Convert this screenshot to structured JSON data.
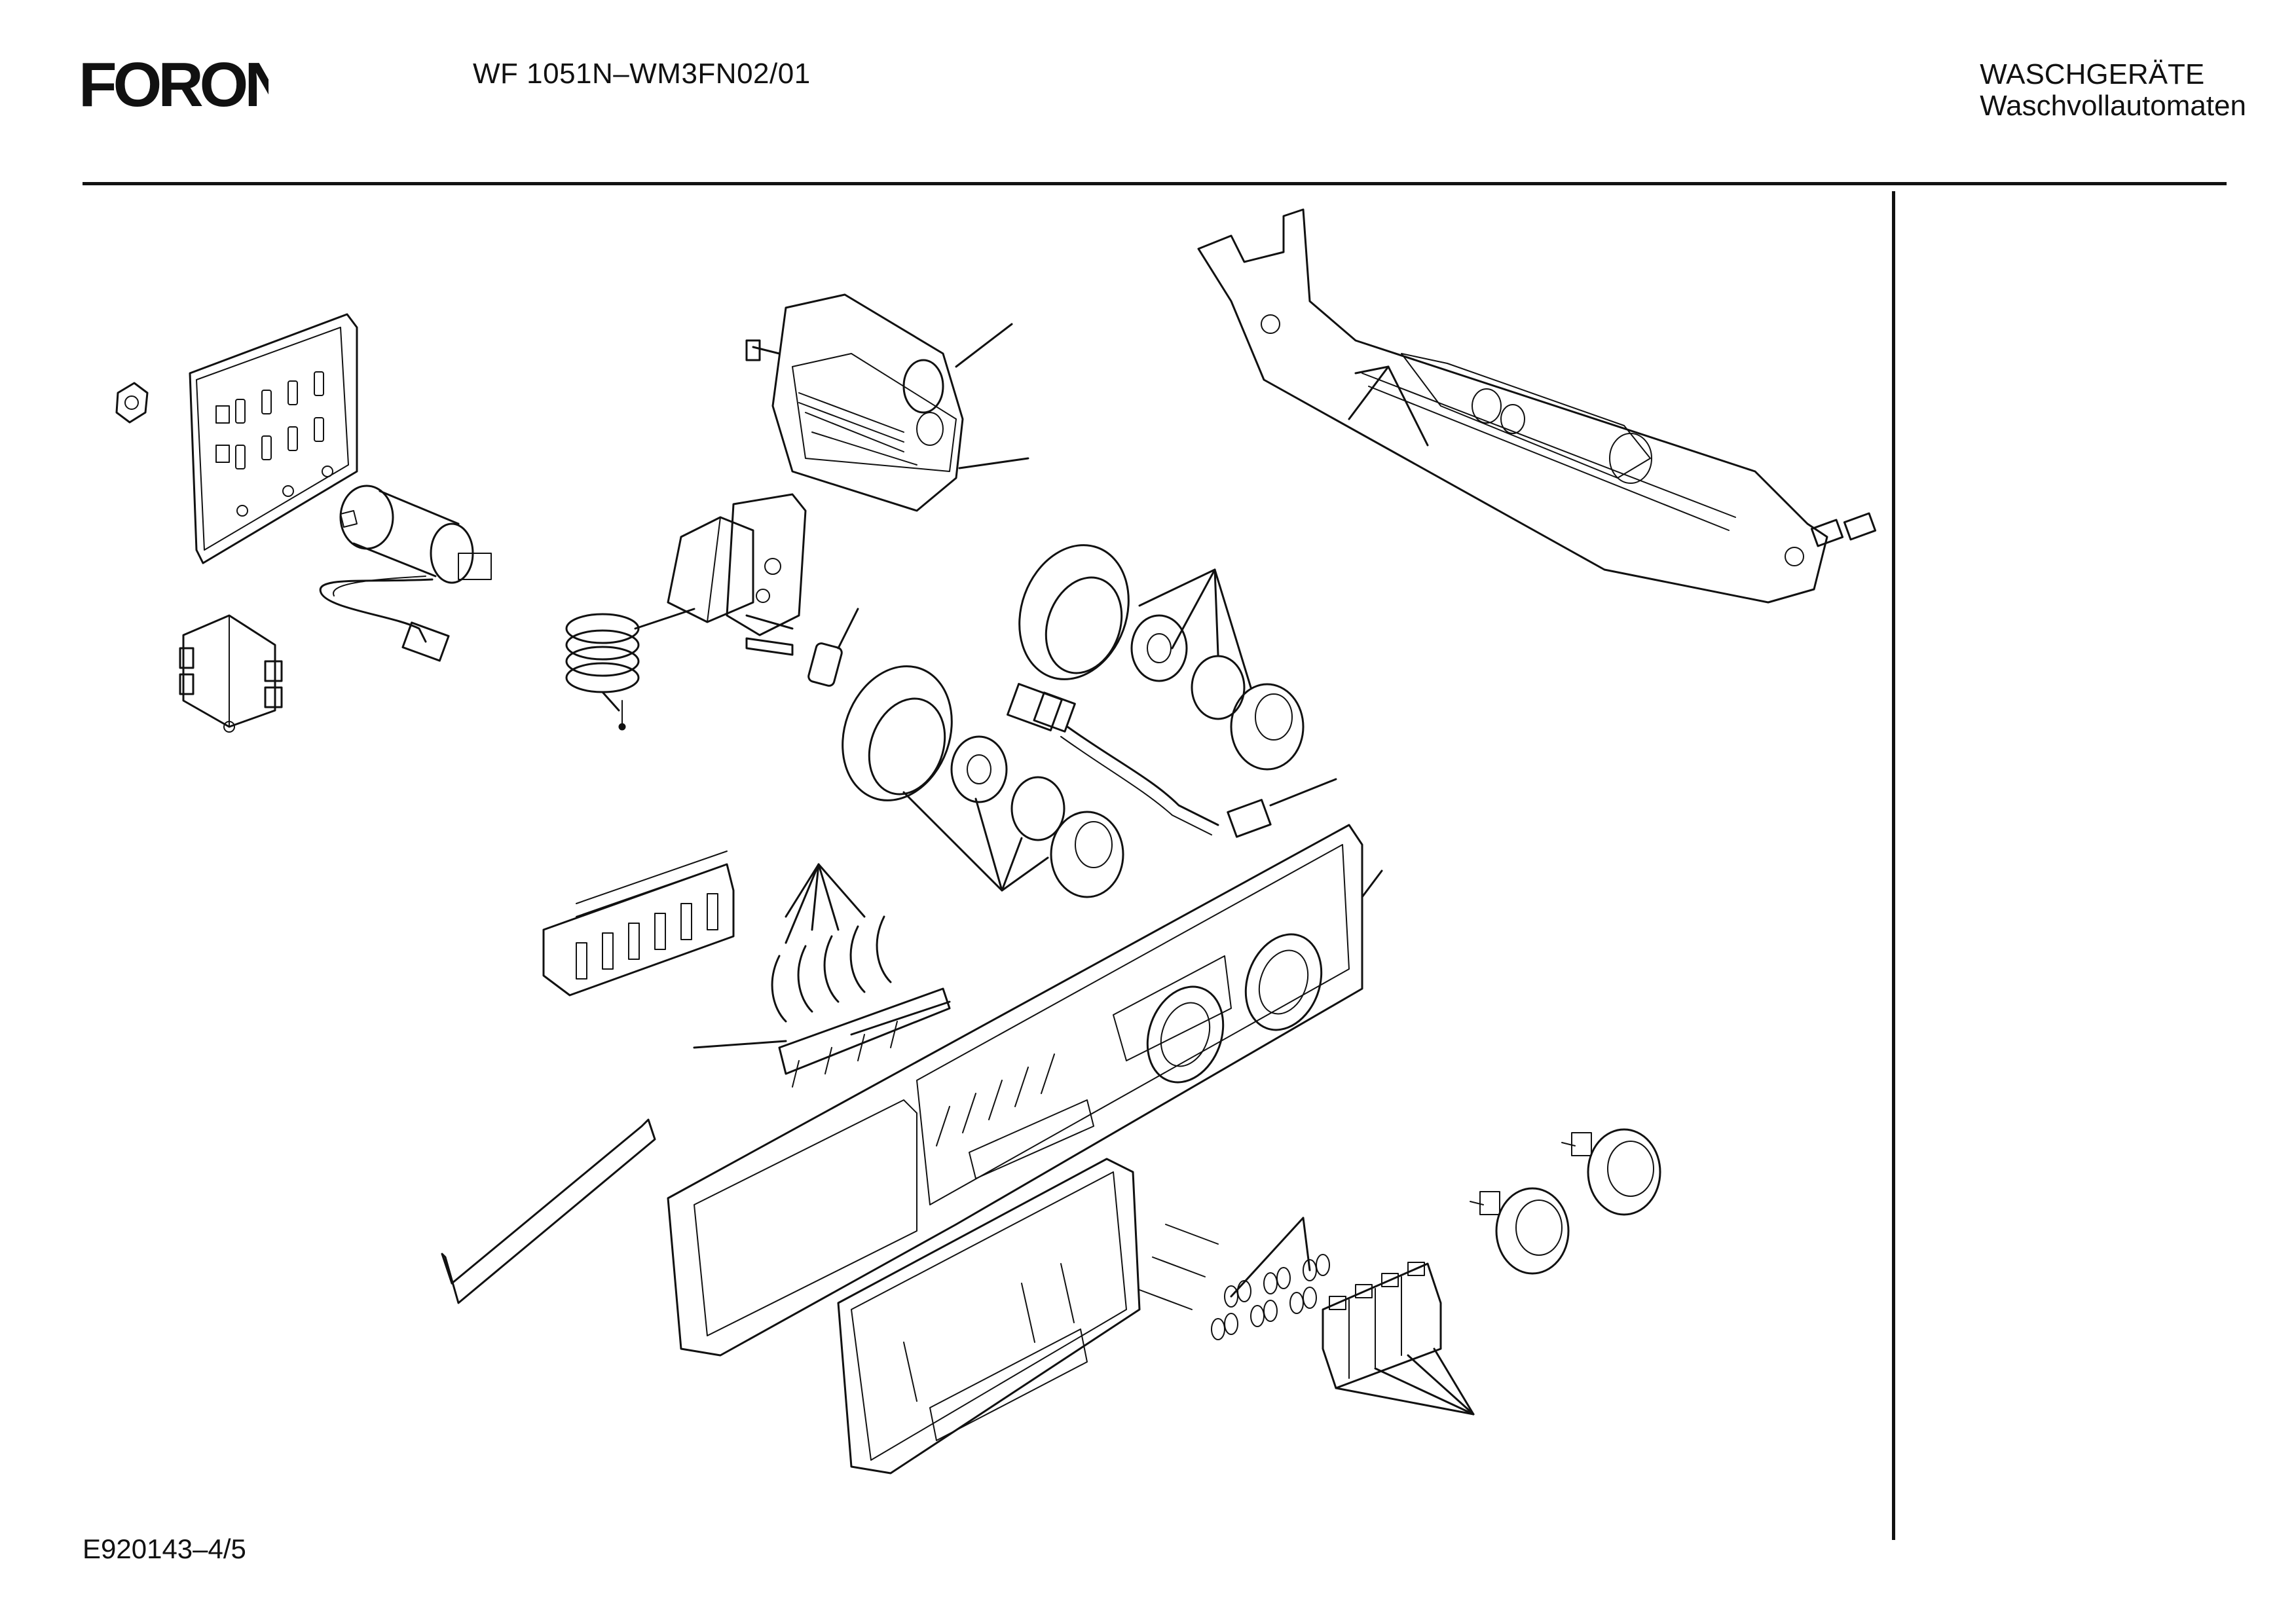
{
  "header": {
    "brand": "FORON",
    "model_code": "WF 1051N–WM3FN02/01",
    "category_line1": "WASCHGERÄTE",
    "category_line2": "Waschvollautomaten"
  },
  "footer": {
    "doc_code": "E920143–4/5"
  },
  "colors": {
    "ink": "#111111",
    "background": "#ffffff"
  }
}
